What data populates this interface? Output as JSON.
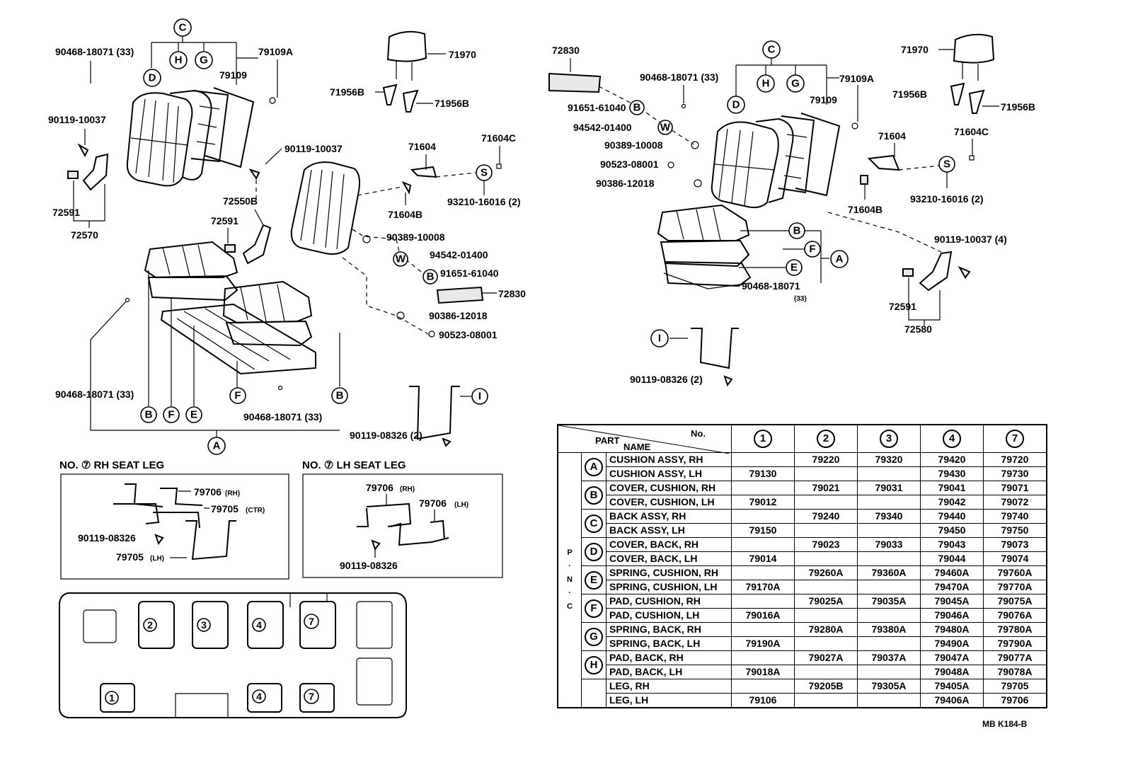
{
  "callouts": {
    "left_upper": {
      "c": "C",
      "d": "D",
      "h": "H",
      "g": "G",
      "p_9046818071_33": "90468-18071 (33)",
      "p_79109a": "79109A",
      "p_79109": "79109",
      "p_9011910037_a": "90119-10037",
      "p_9011910037_b": "90119-10037",
      "p_72591_a": "72591",
      "p_72570": "72570",
      "p_72550b": "72550B",
      "p_72591_b": "72591"
    },
    "left_back": {
      "p_71970": "71970",
      "p_71956b_a": "71956B",
      "p_71956b_b": "71956B",
      "p_71604": "71604",
      "p_71604c": "71604C",
      "s": "S",
      "p_71604b": "71604B",
      "p_9321016016_2": "93210-16016 (2)",
      "p_9038910008": "90389-10008",
      "w": "W",
      "p_9454201400": "94542-01400",
      "b": "B",
      "p_9165161040": "91651-61040",
      "p_72830": "72830",
      "p_9038612018": "90386-12018",
      "p_9052308001": "90523-08001"
    },
    "left_lower": {
      "p_9046818071_33_a": "90468-18071 (33)",
      "p_9046818071_33_b": "90468-18071 (33)",
      "b1": "B",
      "f1": "F",
      "e1": "E",
      "f2": "F",
      "b2": "B",
      "a": "A",
      "i": "I",
      "p_9011908326_2": "90119-08326 (2)"
    },
    "right": {
      "p_72830": "72830",
      "c": "C",
      "d": "D",
      "h": "H",
      "g": "G",
      "p_9046818071_33": "90468-18071 (33)",
      "p_79109a": "79109A",
      "p_79109": "79109",
      "p_71970": "71970",
      "p_71956b_a": "71956B",
      "p_71956b_b": "71956B",
      "p_9165161040": "91651-61040",
      "b": "B",
      "p_9454201400": "94542-01400",
      "w": "W",
      "p_9038910008": "90389-10008",
      "p_9052308001": "90523-08001",
      "p_9038612018": "90386-12018",
      "p_71604": "71604",
      "p_71604c": "71604C",
      "s": "S",
      "p_71604b": "71604B",
      "p_9321016016_2": "93210-16016 (2)",
      "p_9011910037_4": "90119-10037 (4)",
      "bb": "B",
      "ff": "F",
      "ee": "E",
      "aa": "A",
      "p_9046818071": "90468-18071",
      "p_33": "(33)",
      "p_72591": "72591",
      "p_72580": "72580",
      "i": "I",
      "p_9011908326_2": "90119-08326 (2)"
    },
    "rh_leg": {
      "title": "NO. ⑦  RH SEAT LEG",
      "p_79706": "79706",
      "p_79706_sub": "(RH)",
      "p_79705": "79705",
      "p_79705_sub": "(CTR)",
      "p_9011908326": "90119-08326",
      "p_79705lh": "79705",
      "p_79705lh_sub": "(LH)"
    },
    "lh_leg": {
      "title": "NO. ⑦  LH SEAT LEG",
      "p_79706rh": "79706",
      "p_79706rh_sub": "(RH)",
      "p_79706lh": "79706",
      "p_79706lh_sub": "(LH)",
      "p_9011908326": "90119-08326"
    },
    "layout": {
      "n2": "2",
      "n3": "3",
      "n4a": "4",
      "n7a": "7",
      "n1": "1",
      "n4b": "4",
      "n7b": "7"
    }
  },
  "table": {
    "header_no": "No.",
    "header_part": "PART",
    "header_name": "NAME",
    "pnc_label": "P·N·C",
    "columns": [
      "1",
      "2",
      "3",
      "4",
      "7"
    ],
    "groups": [
      {
        "letter": "A",
        "rows": [
          {
            "name": "CUSHION ASSY, RH",
            "v": [
              "",
              "79220",
              "79320",
              "79420",
              "79720"
            ]
          },
          {
            "name": "CUSHION ASSY, LH",
            "v": [
              "79130",
              "",
              "",
              "79430",
              "79730"
            ]
          }
        ]
      },
      {
        "letter": "B",
        "rows": [
          {
            "name": "COVER, CUSHION, RH",
            "v": [
              "",
              "79021",
              "79031",
              "79041",
              "79071"
            ]
          },
          {
            "name": "COVER, CUSHION, LH",
            "v": [
              "79012",
              "",
              "",
              "79042",
              "79072"
            ]
          }
        ]
      },
      {
        "letter": "C",
        "rows": [
          {
            "name": "BACK ASSY, RH",
            "v": [
              "",
              "79240",
              "79340",
              "79440",
              "79740"
            ]
          },
          {
            "name": "BACK ASSY, LH",
            "v": [
              "79150",
              "",
              "",
              "79450",
              "79750"
            ]
          }
        ]
      },
      {
        "letter": "D",
        "rows": [
          {
            "name": "COVER, BACK, RH",
            "v": [
              "",
              "79023",
              "79033",
              "79043",
              "79073"
            ]
          },
          {
            "name": "COVER, BACK, LH",
            "v": [
              "79014",
              "",
              "",
              "79044",
              "79074"
            ]
          }
        ]
      },
      {
        "letter": "E",
        "rows": [
          {
            "name": "SPRING, CUSHION, RH",
            "v": [
              "",
              "79260A",
              "79360A",
              "79460A",
              "79760A"
            ]
          },
          {
            "name": "SPRING, CUSHION, LH",
            "v": [
              "79170A",
              "",
              "",
              "79470A",
              "79770A"
            ]
          }
        ]
      },
      {
        "letter": "F",
        "rows": [
          {
            "name": "PAD, CUSHION, RH",
            "v": [
              "",
              "79025A",
              "79035A",
              "79045A",
              "79075A"
            ]
          },
          {
            "name": "PAD, CUSHION, LH",
            "v": [
              "79016A",
              "",
              "",
              "79046A",
              "79076A"
            ]
          }
        ]
      },
      {
        "letter": "G",
        "rows": [
          {
            "name": "SPRING, BACK, RH",
            "v": [
              "",
              "79280A",
              "79380A",
              "79480A",
              "79780A"
            ]
          },
          {
            "name": "SPRING, BACK, LH",
            "v": [
              "79190A",
              "",
              "",
              "79490A",
              "79790A"
            ]
          }
        ]
      },
      {
        "letter": "H",
        "rows": [
          {
            "name": "PAD, BACK, RH",
            "v": [
              "",
              "79027A",
              "79037A",
              "79047A",
              "79077A"
            ]
          },
          {
            "name": "PAD, BACK, LH",
            "v": [
              "79018A",
              "",
              "",
              "79048A",
              "79078A"
            ]
          }
        ]
      },
      {
        "letter": "",
        "rows": [
          {
            "name": "LEG, RH",
            "v": [
              "",
              "79205B",
              "79305A",
              "79405A",
              "79705"
            ]
          },
          {
            "name": "LEG, LH",
            "v": [
              "79106",
              "",
              "",
              "79406A",
              "79706"
            ]
          }
        ]
      }
    ]
  },
  "ref_code": "MB K184-B"
}
